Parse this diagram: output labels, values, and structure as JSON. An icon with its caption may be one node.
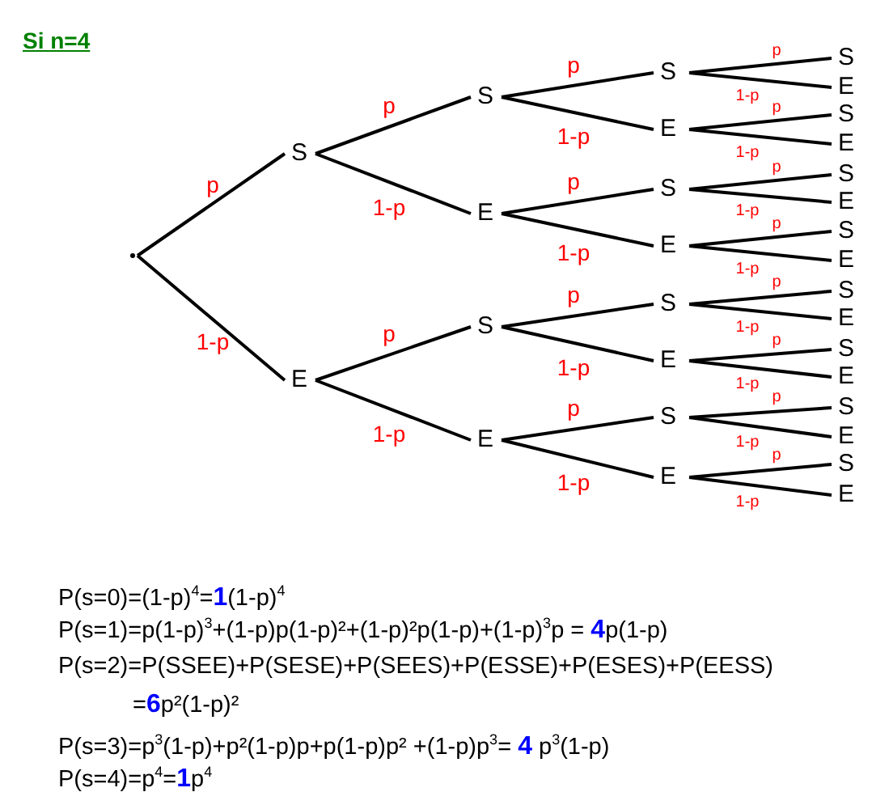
{
  "diagram": {
    "title": "Si n=4",
    "nodes": [
      {
        "text": [],
        "shape": "point"
      },
      {
        "text": [
          "S"
        ]
      },
      {
        "text": [
          "E"
        ]
      },
      {
        "text": [
          "S"
        ]
      },
      {
        "text": [
          "E"
        ]
      },
      {
        "text": [
          "S"
        ]
      },
      {
        "text": [
          "E"
        ]
      },
      {
        "text": [
          "S"
        ]
      },
      {
        "text": [
          "E"
        ]
      },
      {
        "text": [
          "S"
        ]
      },
      {
        "text": [
          "E"
        ]
      },
      {
        "text": [
          "S"
        ]
      },
      {
        "text": [
          "E"
        ]
      },
      {
        "text": [
          "S"
        ]
      },
      {
        "text": [
          "E"
        ]
      },
      {
        "text": [
          "S"
        ]
      },
      {
        "text": [
          "E"
        ]
      },
      {
        "text": [
          "S"
        ]
      },
      {
        "text": [
          "E"
        ]
      },
      {
        "text": [
          "S"
        ]
      },
      {
        "text": [
          "E"
        ]
      },
      {
        "text": [
          "S"
        ]
      },
      {
        "text": [
          "E"
        ]
      },
      {
        "text": [
          "S"
        ]
      },
      {
        "text": [
          "E"
        ]
      },
      {
        "text": [
          "S"
        ]
      },
      {
        "text": [
          "E"
        ]
      },
      {
        "text": [
          "S"
        ]
      },
      {
        "text": [
          "E"
        ]
      },
      {
        "text": [
          "S"
        ]
      },
      {
        "text": [
          "E"
        ]
      }
    ],
    "edges": [
      {
        "from": 0,
        "to": 1,
        "arrow": "none",
        "label": "p"
      },
      {
        "from": 0,
        "to": 2,
        "arrow": "none",
        "label": "1-p"
      },
      {
        "from": 1,
        "to": 3,
        "arrow": "none",
        "label": "p"
      },
      {
        "from": 1,
        "to": 4,
        "arrow": "none",
        "label": "1-p"
      },
      {
        "from": 2,
        "to": 5,
        "arrow": "none",
        "label": "p"
      },
      {
        "from": 2,
        "to": 6,
        "arrow": "none",
        "label": "1-p"
      },
      {
        "from": 3,
        "to": 7,
        "arrow": "none",
        "label": "p"
      },
      {
        "from": 3,
        "to": 8,
        "arrow": "none",
        "label": "1-p"
      },
      {
        "from": 4,
        "to": 9,
        "arrow": "none",
        "label": "p"
      },
      {
        "from": 4,
        "to": 10,
        "arrow": "none",
        "label": "1-p"
      },
      {
        "from": 5,
        "to": 11,
        "arrow": "none",
        "label": "p"
      },
      {
        "from": 5,
        "to": 12,
        "arrow": "none",
        "label": "1-p"
      },
      {
        "from": 6,
        "to": 13,
        "arrow": "none",
        "label": "p"
      },
      {
        "from": 6,
        "to": 14,
        "arrow": "none",
        "label": "1-p"
      },
      {
        "from": 7,
        "to": 15,
        "arrow": "none",
        "label": "p"
      },
      {
        "from": 7,
        "to": 16,
        "arrow": "none",
        "label": "1-p"
      },
      {
        "from": 8,
        "to": 17,
        "arrow": "none",
        "label": "p"
      },
      {
        "from": 8,
        "to": 18,
        "arrow": "none",
        "label": "1-p"
      },
      {
        "from": 9,
        "to": 19,
        "arrow": "none",
        "label": "p"
      },
      {
        "from": 9,
        "to": 20,
        "arrow": "none",
        "label": "1-p"
      },
      {
        "from": 10,
        "to": 21,
        "arrow": "none",
        "label": "p"
      },
      {
        "from": 10,
        "to": 22,
        "arrow": "none",
        "label": "1-p"
      },
      {
        "from": 11,
        "to": 23,
        "arrow": "none",
        "label": "p"
      },
      {
        "from": 11,
        "to": 24,
        "arrow": "none",
        "label": "1-p"
      },
      {
        "from": 12,
        "to": 25,
        "arrow": "none",
        "label": "p"
      },
      {
        "from": 12,
        "to": 26,
        "arrow": "none",
        "label": "1-p"
      },
      {
        "from": 13,
        "to": 27,
        "arrow": "none",
        "label": "p"
      },
      {
        "from": 13,
        "to": 28,
        "arrow": "none",
        "label": "1-p"
      },
      {
        "from": 14,
        "to": 29,
        "arrow": "none",
        "label": "p"
      },
      {
        "from": 14,
        "to": 30,
        "arrow": "none",
        "label": "1-p"
      }
    ],
    "labels": [
      "P(s=0)=(1-p)$^{4}$=**1**(1-p)$^{4}$",
      "P(s=1)=p(1-p)$^{3}$+(1-p)p(1-p)²+(1-p)²p(1-p)+(1-p)$^{3}$p = **4**p(1-p)",
      "P(s=2)=P(SSEE)+P(SESE)+P(SEES)+P(ESSE)+P(ESES)+P(EESS)",
      "=**6**p²(1-p)²",
      "P(s=3)=p$^{3}$(1-p)+p²(1-p)p+p(1-p)p² +(1-p)p$^{3}$= **4** p$^{3}$(1-p)",
      "P(s=4)=p$^{4}$=**1**p$^{4}$"
    ]
  }
}
